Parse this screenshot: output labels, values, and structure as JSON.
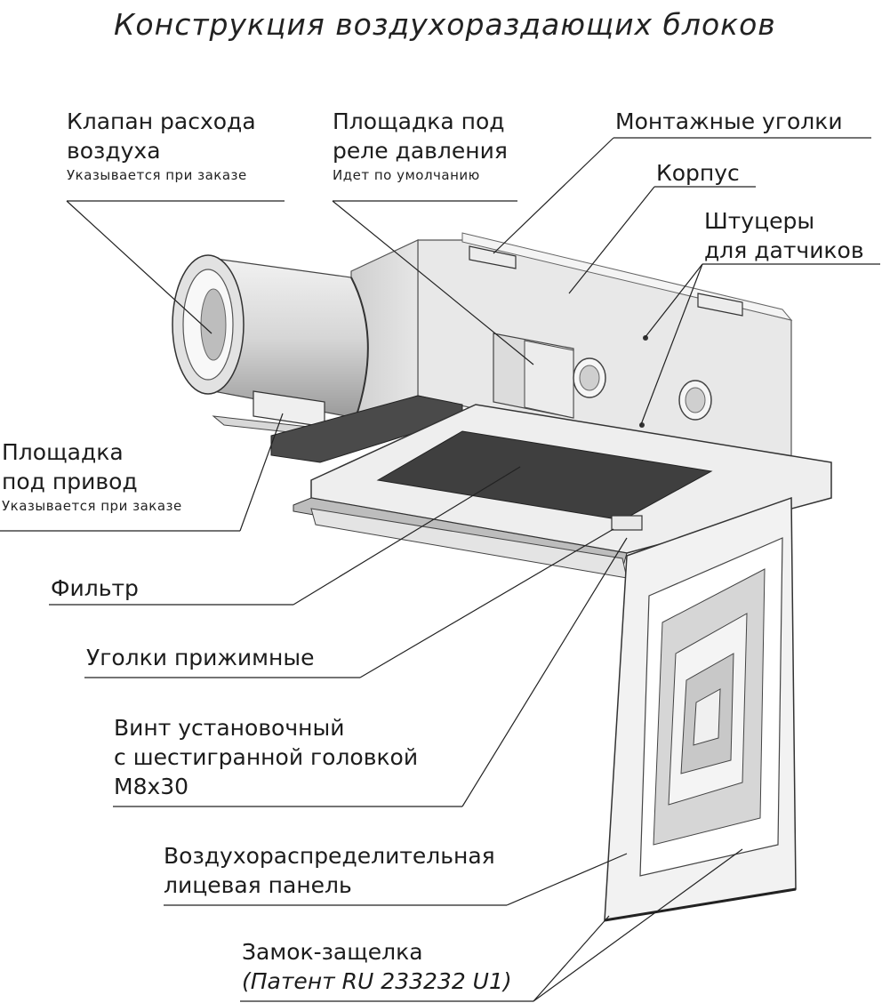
{
  "title": "Конструкция воздухораздающих блоков",
  "labels": {
    "valve": {
      "line1": "Клапан расхода",
      "line2": "воздуха",
      "note": "Указывается при заказе"
    },
    "relay": {
      "line1": "Площадка под",
      "line2": "реле давления",
      "note": "Идет по умолчанию"
    },
    "corners": {
      "line1": "Монтажные уголки"
    },
    "body": {
      "line1": "Корпус"
    },
    "fittings": {
      "line1": "Штуцеры",
      "line2": "для датчиков"
    },
    "drive": {
      "line1": "Площадка",
      "line2": "под привод",
      "note": "Указывается при заказе"
    },
    "filter": {
      "line1": "Фильтр"
    },
    "clamp": {
      "line1": "Уголки прижимные"
    },
    "screw": {
      "line1": "Винт установочный",
      "line2": "с шестигранной головкой",
      "line3": "М8х30"
    },
    "panel": {
      "line1": "Воздухораспределительная",
      "line2": "лицевая панель"
    },
    "latch": {
      "line1": "Замок-защелка",
      "line2": "(Патент RU 233232 U1)"
    }
  }
}
